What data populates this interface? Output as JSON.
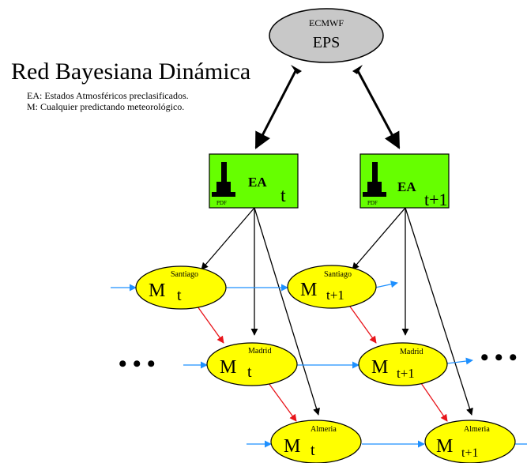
{
  "title": "Red Bayesiana Dinámica",
  "legend": {
    "line1": "EA: Estados Atmosféricos preclasificados.",
    "line2": "M: Cualquier predictando meteorológico."
  },
  "source_node": {
    "top_label": "ECMWF",
    "main_label": "EPS",
    "fill": "#c8c8c8"
  },
  "ea_nodes": [
    {
      "id": "ea-t",
      "label": "EA",
      "sub": "t",
      "pdf_label": "PDF"
    },
    {
      "id": "ea-t1",
      "label": "EA",
      "sub": "t+1",
      "pdf_label": "PDF"
    }
  ],
  "m_nodes": [
    {
      "id": "m-santiago-t",
      "letter": "M",
      "city": "Santiago",
      "sub": "t"
    },
    {
      "id": "m-madrid-t",
      "letter": "M",
      "city": "Madrid",
      "sub": "t"
    },
    {
      "id": "m-almeria-t",
      "letter": "M",
      "city": "Almeria",
      "sub": "t"
    },
    {
      "id": "m-santiago-t1",
      "letter": "M",
      "city": "Santiago",
      "sub": "t+1"
    },
    {
      "id": "m-madrid-t1",
      "letter": "M",
      "city": "Madrid",
      "sub": "t+1"
    },
    {
      "id": "m-almeria-t1",
      "letter": "M",
      "city": "Almeria",
      "sub": "t+1"
    }
  ],
  "ellipsis": "• • •",
  "colors": {
    "ea_fill": "#66ff00",
    "m_fill": "#ffff00",
    "arrow_black": "#000000",
    "arrow_blue": "#1e90ff",
    "arrow_red": "#e8141a"
  }
}
